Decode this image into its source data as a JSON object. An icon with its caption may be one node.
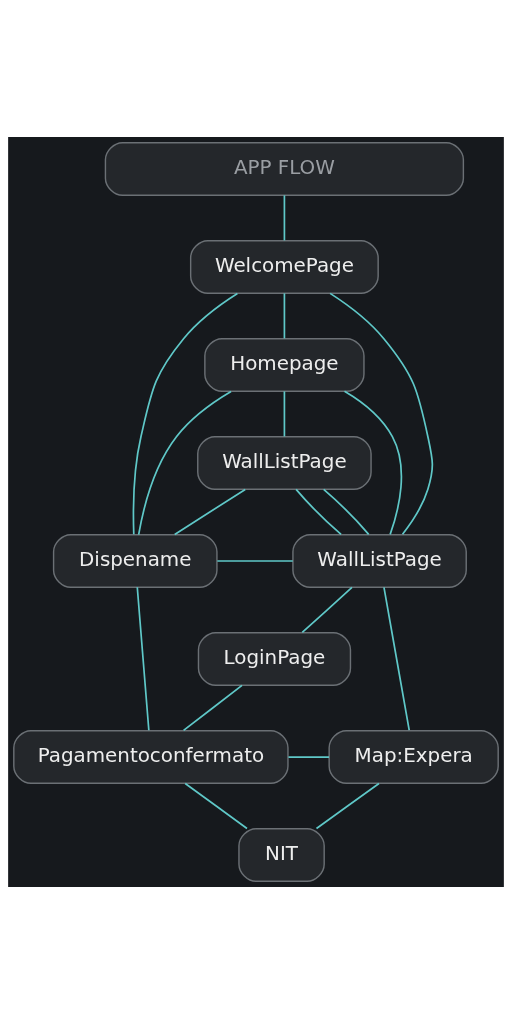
{
  "diagram": {
    "nodes": [
      {
        "text": [
          "APP FLOW"
        ]
      },
      {
        "text": [
          "WelcomePage"
        ]
      },
      {
        "text": [
          "Homepage"
        ]
      },
      {
        "text": [
          "WallListPage"
        ]
      },
      {
        "text": [
          "Dispename"
        ]
      },
      {
        "text": [
          "WallListPage"
        ]
      },
      {
        "text": [
          "LoginPage"
        ]
      },
      {
        "text": [
          "Pagamentoconfermato"
        ]
      },
      {
        "text": [
          "Map:Expera"
        ]
      },
      {
        "text": [
          "NIT"
        ]
      }
    ],
    "edges": [
      {
        "from": 0,
        "to": 1,
        "arrow": "none"
      },
      {
        "from": 1,
        "to": 2,
        "arrow": "none"
      },
      {
        "from": 2,
        "to": 3,
        "arrow": "none"
      },
      {
        "from": 1,
        "to": 4,
        "arrow": "none"
      },
      {
        "from": 3,
        "to": 4,
        "arrow": "none"
      },
      {
        "from": 2,
        "to": 4,
        "arrow": "none"
      },
      {
        "from": 1,
        "to": 5,
        "arrow": "none"
      },
      {
        "from": 2,
        "to": 5,
        "arrow": "none"
      },
      {
        "from": 3,
        "to": 5,
        "arrow": "none"
      },
      {
        "from": 3,
        "to": 5,
        "arrow": "none"
      },
      {
        "from": 4,
        "to": 5,
        "arrow": "none"
      },
      {
        "from": 4,
        "to": 7,
        "arrow": "none"
      },
      {
        "from": 6,
        "to": 7,
        "arrow": "none"
      },
      {
        "from": 5,
        "to": 6,
        "arrow": "none"
      },
      {
        "from": 5,
        "to": 8,
        "arrow": "none"
      },
      {
        "from": 7,
        "to": 8,
        "arrow": "none"
      },
      {
        "from": 7,
        "to": 9,
        "arrow": "none"
      },
      {
        "from": 9,
        "to": 8,
        "arrow": "none"
      }
    ]
  }
}
